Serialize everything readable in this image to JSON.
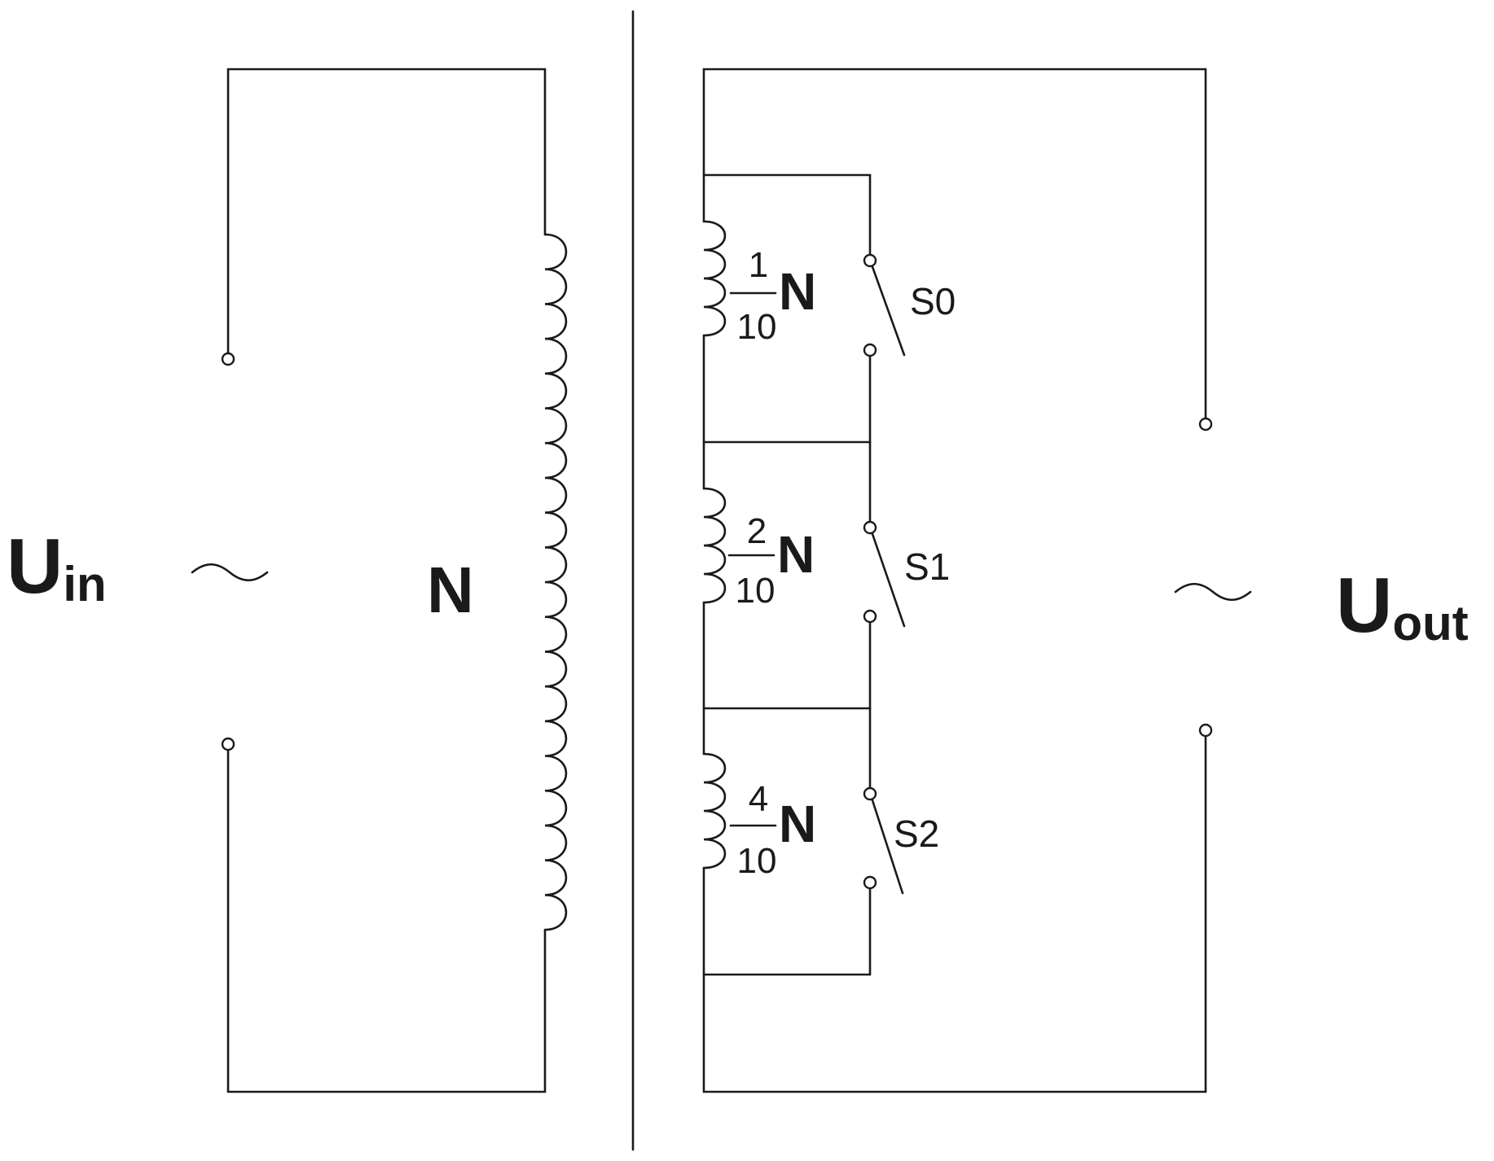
{
  "input": {
    "label_main": "U",
    "label_sub": "in",
    "ac_symbol": "tilde-wave",
    "primary_winding_label": "N"
  },
  "output": {
    "label_main": "U",
    "label_sub": "out",
    "ac_symbol": "tilde-wave"
  },
  "taps": [
    {
      "numerator": "1",
      "denominator": "10",
      "suffix": "N",
      "switch_label": "S0"
    },
    {
      "numerator": "2",
      "denominator": "10",
      "suffix": "N",
      "switch_label": "S1"
    },
    {
      "numerator": "4",
      "denominator": "10",
      "suffix": "N",
      "switch_label": "S2"
    }
  ]
}
